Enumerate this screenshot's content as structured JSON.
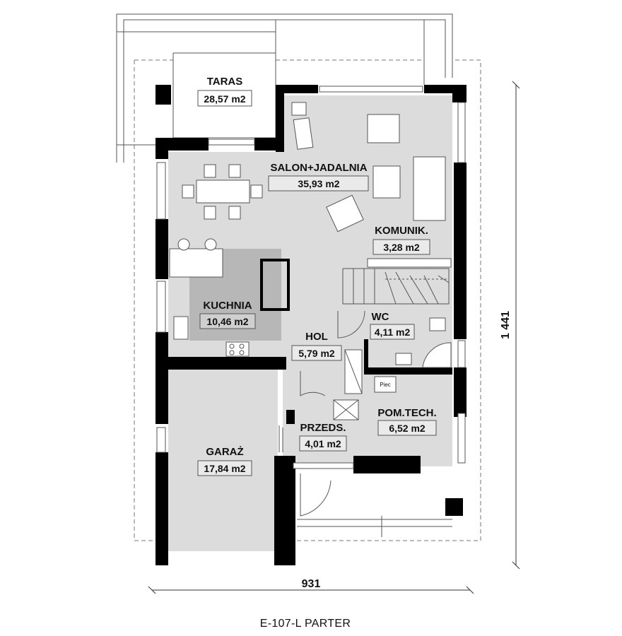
{
  "rooms": [
    {
      "name": "TARAS",
      "area": "28,57 m2"
    },
    {
      "name": "SALON+JADALNIA",
      "area": "35,93 m2"
    },
    {
      "name": "KOMUNIK.",
      "area": "3,28 m2"
    },
    {
      "name": "KUCHNIA",
      "area": "10,46 m2"
    },
    {
      "name": "HOL",
      "area": "5,79 m2"
    },
    {
      "name": "WC",
      "area": "4,11 m2"
    },
    {
      "name": "POM.TECH.",
      "area": "6,52 m2"
    },
    {
      "name": "PRZEDS.",
      "area": "4,01 m2"
    },
    {
      "name": "GARAŻ",
      "area": "17,84 m2"
    }
  ],
  "labels": {
    "boiler": "Piec"
  },
  "dimensions": {
    "width": "931",
    "height": "1 441"
  },
  "title": "E-107-L PARTER",
  "colors": {
    "floor": "#dcdcdc",
    "kitchen": "#b7b7b7",
    "wall": "#000000",
    "line": "#555555"
  }
}
